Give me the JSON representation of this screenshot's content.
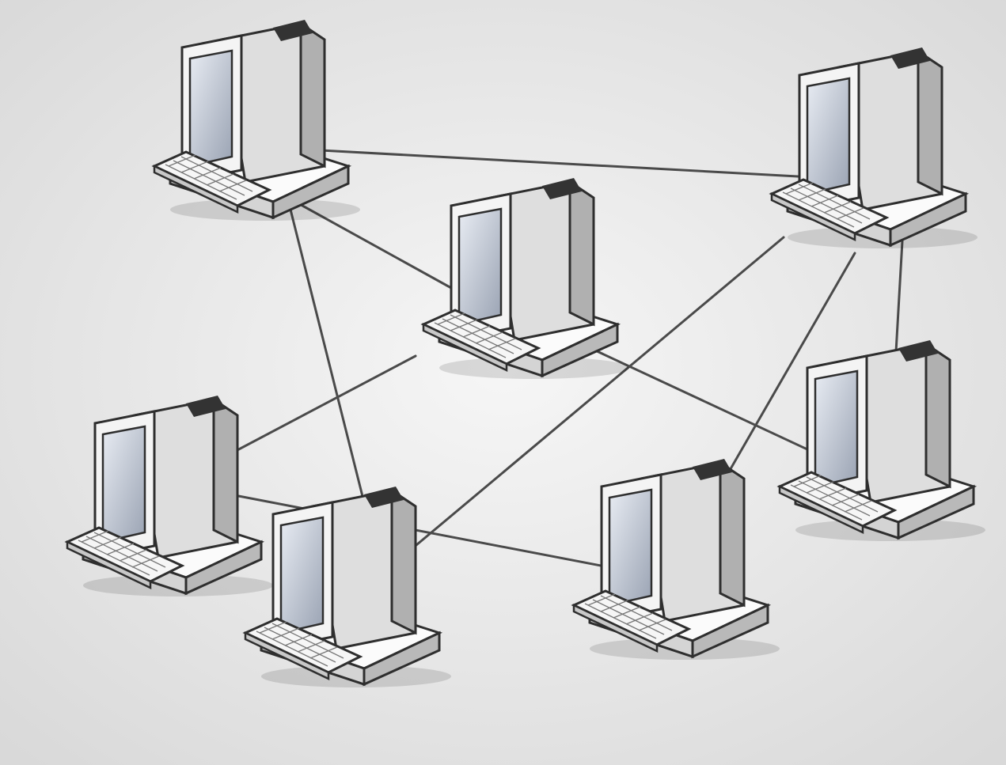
{
  "diagram": {
    "type": "mesh-network",
    "node_kind": "desktop-computer",
    "nodes": [
      {
        "id": "top-left"
      },
      {
        "id": "center"
      },
      {
        "id": "top-right"
      },
      {
        "id": "middle-left"
      },
      {
        "id": "bottom-left-center"
      },
      {
        "id": "bottom-right-center"
      },
      {
        "id": "right"
      }
    ],
    "links": [
      {
        "from": "top-left",
        "to": "top-right"
      },
      {
        "from": "top-left",
        "to": "center"
      },
      {
        "from": "top-left",
        "to": "bottom-left-center"
      },
      {
        "from": "center",
        "to": "middle-left"
      },
      {
        "from": "center",
        "to": "right"
      },
      {
        "from": "top-right",
        "to": "bottom-left-center"
      },
      {
        "from": "top-right",
        "to": "bottom-right-center"
      },
      {
        "from": "top-right",
        "to": "right"
      },
      {
        "from": "middle-left",
        "to": "bottom-right-center"
      }
    ]
  },
  "colors": {
    "background": "#ececec",
    "link": "#4a4a4a",
    "computer_body": "#f2f2f2",
    "computer_outline": "#2e2e2e",
    "screen": "#c9ced8"
  }
}
